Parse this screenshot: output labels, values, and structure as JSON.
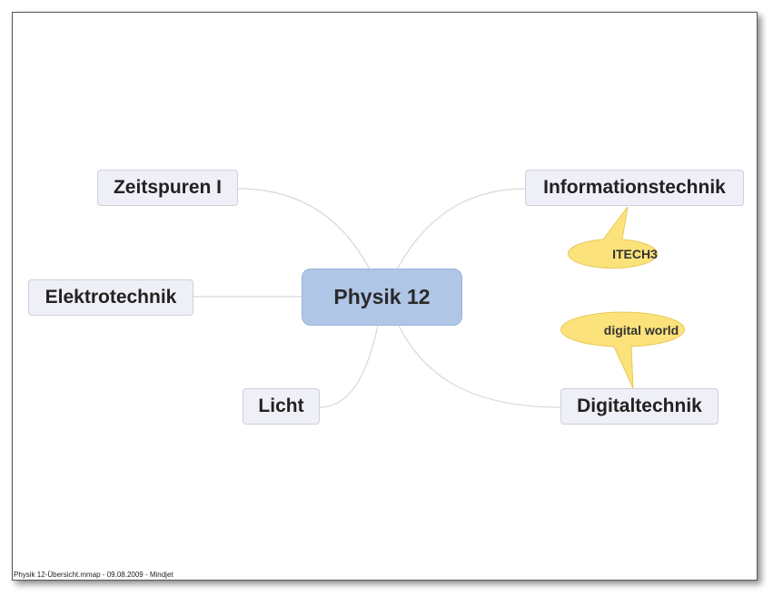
{
  "map": {
    "central_topic": "Physik 12",
    "topics": {
      "zeitspuren": "Zeitspuren I",
      "elektrotechnik": "Elektrotechnik",
      "licht": "Licht",
      "informationstechnik": "Informationstechnik",
      "digitaltechnik": "Digitaltechnik"
    },
    "callouts": {
      "itech3": "ITECH3",
      "digital_world": "digital world"
    },
    "colors": {
      "central_fill": "#afc6e7",
      "topic_fill": "#efeff7",
      "callout_fill": "#fbe27a",
      "connector": "#d8d8d8"
    }
  },
  "footer": {
    "caption": "Physik 12-Übersicht.mmap - 09.08.2009 - Mindjet"
  }
}
